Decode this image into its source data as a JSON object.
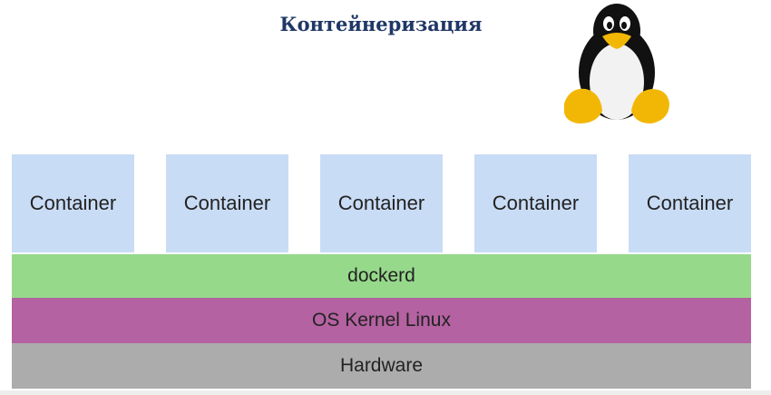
{
  "title": "Контейнеризация",
  "containers": [
    {
      "label": "Container"
    },
    {
      "label": "Container"
    },
    {
      "label": "Container"
    },
    {
      "label": "Container"
    },
    {
      "label": "Container"
    }
  ],
  "layers": [
    {
      "label": "dockerd",
      "color": "#96d98b"
    },
    {
      "label": "OS Kernel Linux",
      "color": "#b462a1"
    },
    {
      "label": "Hardware",
      "color": "#acacac"
    }
  ],
  "colors": {
    "title": "#1f3766",
    "container": "#c9dcf5"
  },
  "icons": {
    "mascot": "tux-penguin-icon"
  }
}
